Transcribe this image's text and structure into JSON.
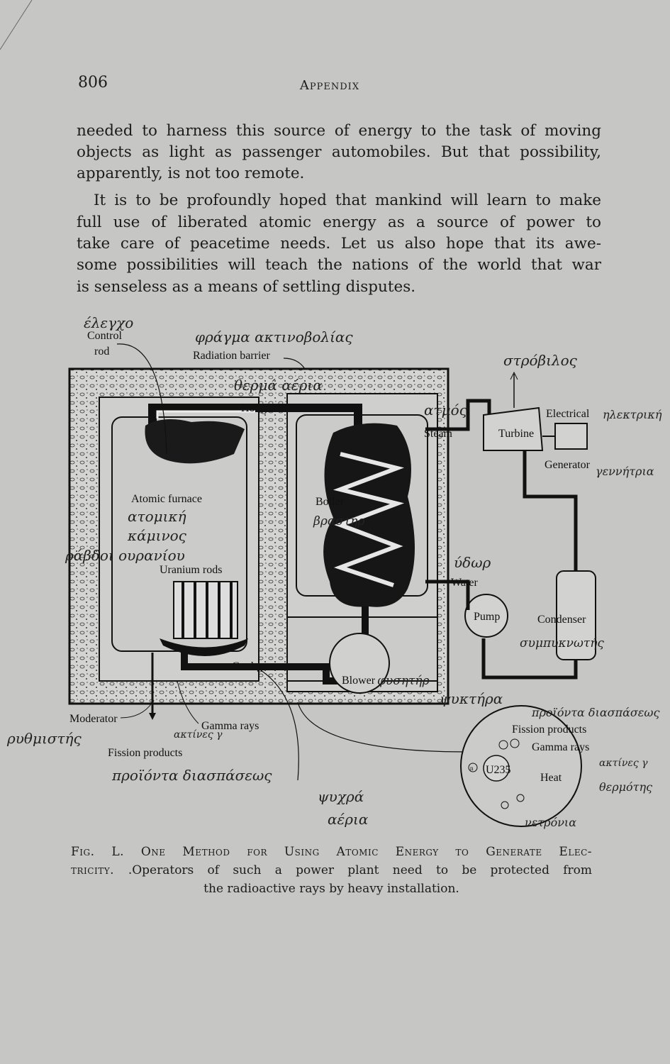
{
  "header": {
    "page_number": "806",
    "running_head": "Appendix"
  },
  "body": {
    "lines": [
      "needed to harness this source of energy to the task of moving",
      "objects as light as passenger automobiles. But that possibility,",
      "apparently, is not too remote.",
      "It is to be profoundly hoped that mankind will learn to make",
      "full use of liberated atomic energy as a source of power to",
      "take care of peacetime needs. Let us also hope that its awe-",
      "some possibilities will teach the nations of the world that war",
      "is senseless as a means of settling disputes."
    ]
  },
  "diagram": {
    "labels": {
      "control_rod_1": "Control",
      "control_rod_2": "rod",
      "radiation_barrier": "Radiation barrier",
      "hot_gas": "Hot gas",
      "steam": "Steam",
      "turbine": "Turbine",
      "electrical": "Electrical",
      "generator": "Generator",
      "atomic_furnace": "Atomic furnace",
      "boiler": "Boiler",
      "uranium_rods": "Uranium rods",
      "water": "Water",
      "pump": "Pump",
      "condenser": "Condenser",
      "cool_gas": "Cool gas",
      "blower": "Blower",
      "moderator": "Moderator",
      "gamma_rays": "Gamma rays",
      "fission_products": "Fission products",
      "inset_fission_products": "Fission products",
      "inset_gamma_rays": "Gamma rays",
      "inset_heat": "Heat",
      "inset_u235": "U235",
      "inset_n": "n"
    },
    "handwritten": {
      "control": "έλεγχο",
      "barrier": "φράγμα ακτινοβολίας",
      "hot_gas": "θερμά αέρια",
      "steam": "ατμός",
      "turbine": "στρόβιλος",
      "electrical": "ηλεκτρική",
      "generator": "γεννήτρια",
      "furnace_1": "ατομική",
      "furnace_2": "κάμινος",
      "uranium_1": "ράβδοι ουρανίου",
      "boiler": "βραστήρ",
      "water": "ύδωρ",
      "condenser": "συμπυκνωτής",
      "blower": "φυσητήρ",
      "cooler": "ψυκτήρα",
      "moderator": "ρυθμιστής",
      "gamma": "ακτίνες γ",
      "fission": "προϊόντα διασπάσεως",
      "cool_gas_1": "ψυχρά",
      "cool_gas_2": "αέρια",
      "inset_products": "προϊόντα διασπάσεως",
      "inset_gamma": "ακτίνες γ",
      "inset_heat": "θερμότης",
      "inset_neutrons": "νετρόνια"
    }
  },
  "caption": {
    "line1": "Fig. L. One Method for Using Atomic Energy to Generate Elec-",
    "line2_sc": "tricity. ",
    "line2": ".Operators of such a power plant need to be protected from",
    "line3": "the radioactive rays by heavy installation."
  }
}
